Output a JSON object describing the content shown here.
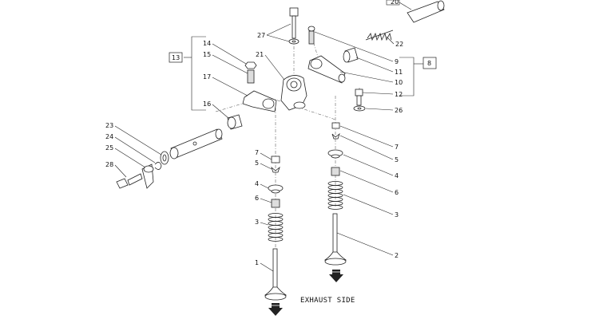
{
  "diagram": {
    "caption": "EXHAUST SIDE",
    "callouts": [
      {
        "id": "c27",
        "label": "27"
      },
      {
        "id": "c22",
        "label": "22"
      },
      {
        "id": "c14",
        "label": "14"
      },
      {
        "id": "c15",
        "label": "15"
      },
      {
        "id": "c21",
        "label": "21"
      },
      {
        "id": "c9",
        "label": "9"
      },
      {
        "id": "c11",
        "label": "11"
      },
      {
        "id": "c10",
        "label": "10"
      },
      {
        "id": "c17",
        "label": "17"
      },
      {
        "id": "c12",
        "label": "12"
      },
      {
        "id": "c16",
        "label": "16"
      },
      {
        "id": "c26",
        "label": "26"
      },
      {
        "id": "c23",
        "label": "23"
      },
      {
        "id": "c24",
        "label": "24"
      },
      {
        "id": "c25",
        "label": "25"
      },
      {
        "id": "c28",
        "label": "28"
      },
      {
        "id": "c7a",
        "label": "7"
      },
      {
        "id": "c5a",
        "label": "5"
      },
      {
        "id": "c4a",
        "label": "4"
      },
      {
        "id": "c6a",
        "label": "6"
      },
      {
        "id": "c3a",
        "label": "3"
      },
      {
        "id": "c1",
        "label": "1"
      },
      {
        "id": "c7b",
        "label": "7"
      },
      {
        "id": "c5b",
        "label": "5"
      },
      {
        "id": "c4b",
        "label": "4"
      },
      {
        "id": "c6b",
        "label": "6"
      },
      {
        "id": "c3b",
        "label": "3"
      },
      {
        "id": "c2",
        "label": "2"
      }
    ],
    "groups": [
      {
        "id": "g13",
        "label": "13"
      },
      {
        "id": "g8",
        "label": "8"
      }
    ],
    "top_partial_label": "20"
  }
}
